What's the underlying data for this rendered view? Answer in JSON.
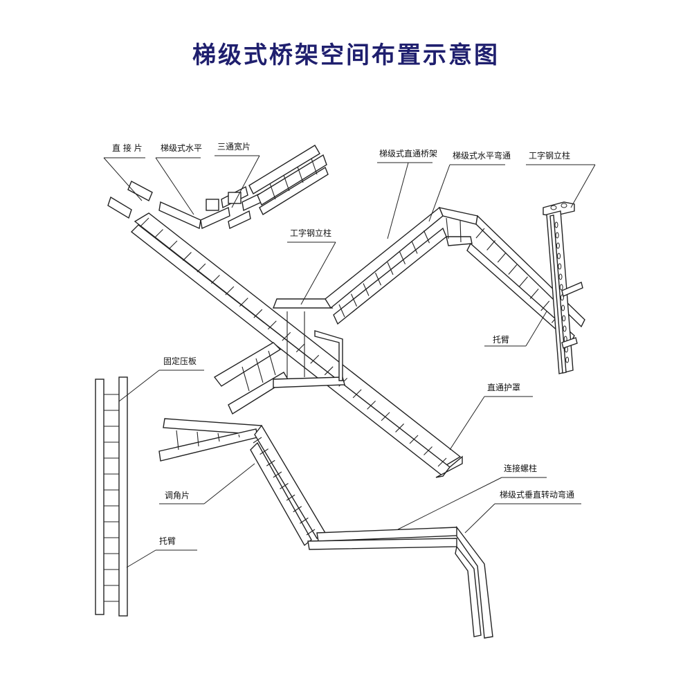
{
  "title": "梯级式桥架空间布置示意图",
  "colors": {
    "title": "#1f1f6e",
    "line": "#222222",
    "background": "#ffffff"
  },
  "labels": {
    "zhijie_pian": "直 接 片",
    "tiji_shuiping": "梯级式水平",
    "santong_kuanpian": "三通宽片",
    "tiji_zhitong_qiaojia": "梯级式直通桥架",
    "tiji_shuiping_wantong": "梯级式水平弯通",
    "gongzigang_lizhu_top": "工字钢立柱",
    "gongzigang_lizhu_mid": "工字钢立柱",
    "tuobi_right": "托臂",
    "guding_yaban": "固定压板",
    "zhitong_huzhao": "直通护罩",
    "tiaojiao_pian": "调角片",
    "lianjie_luozhu": "连接螺柱",
    "tiji_chuizhi_zhuandong_wantong": "梯级式垂直转动弯通",
    "tuobi_left": "托臂"
  }
}
